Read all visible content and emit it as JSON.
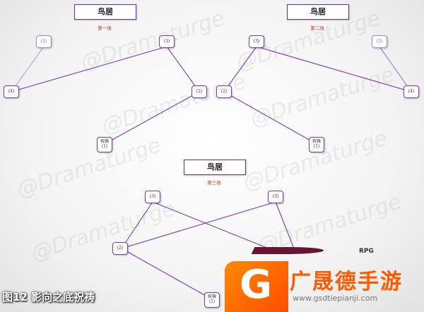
{
  "watermark_text": "@Dramaturge",
  "panels": [
    {
      "title": "鸟居",
      "subtitle": "第一场",
      "nodes": [
        {
          "id": "p1-5",
          "label": "(5)"
        },
        {
          "id": "p1-3",
          "label": "(3)"
        },
        {
          "id": "p1-4",
          "label": "(4)"
        },
        {
          "id": "p1-2",
          "label": "(2)"
        },
        {
          "id": "p1-pray",
          "label": "祝祷\n(1)"
        }
      ]
    },
    {
      "title": "鸟居",
      "subtitle": "第二场",
      "nodes": [
        {
          "id": "p2-3",
          "label": "(3)"
        },
        {
          "id": "p2-5",
          "label": "(5)"
        },
        {
          "id": "p2-2",
          "label": "(2)"
        },
        {
          "id": "p2-4",
          "label": "(4)"
        },
        {
          "id": "p2-pray",
          "label": "祝祷\n(1)"
        }
      ]
    },
    {
      "title": "鸟居",
      "subtitle": "第三场",
      "nodes": [
        {
          "id": "p3-3a",
          "label": "(3)"
        },
        {
          "id": "p3-3b",
          "label": "(3)"
        },
        {
          "id": "p3-2",
          "label": "(2)"
        },
        {
          "id": "p3-pray",
          "label": "祝祷\n(1)"
        }
      ]
    }
  ],
  "caption": "图12 影向之底祝祷",
  "brand": {
    "name": "广晟德手游",
    "url": "www.gsdtiepianji.com",
    "badge_letter": "G",
    "accent_color": "#ff5a00",
    "stripe_text": "RPG"
  },
  "colors": {
    "line": "#7a3db0",
    "title_border": "#6a2c9c",
    "subtitle": "#d0302a"
  }
}
